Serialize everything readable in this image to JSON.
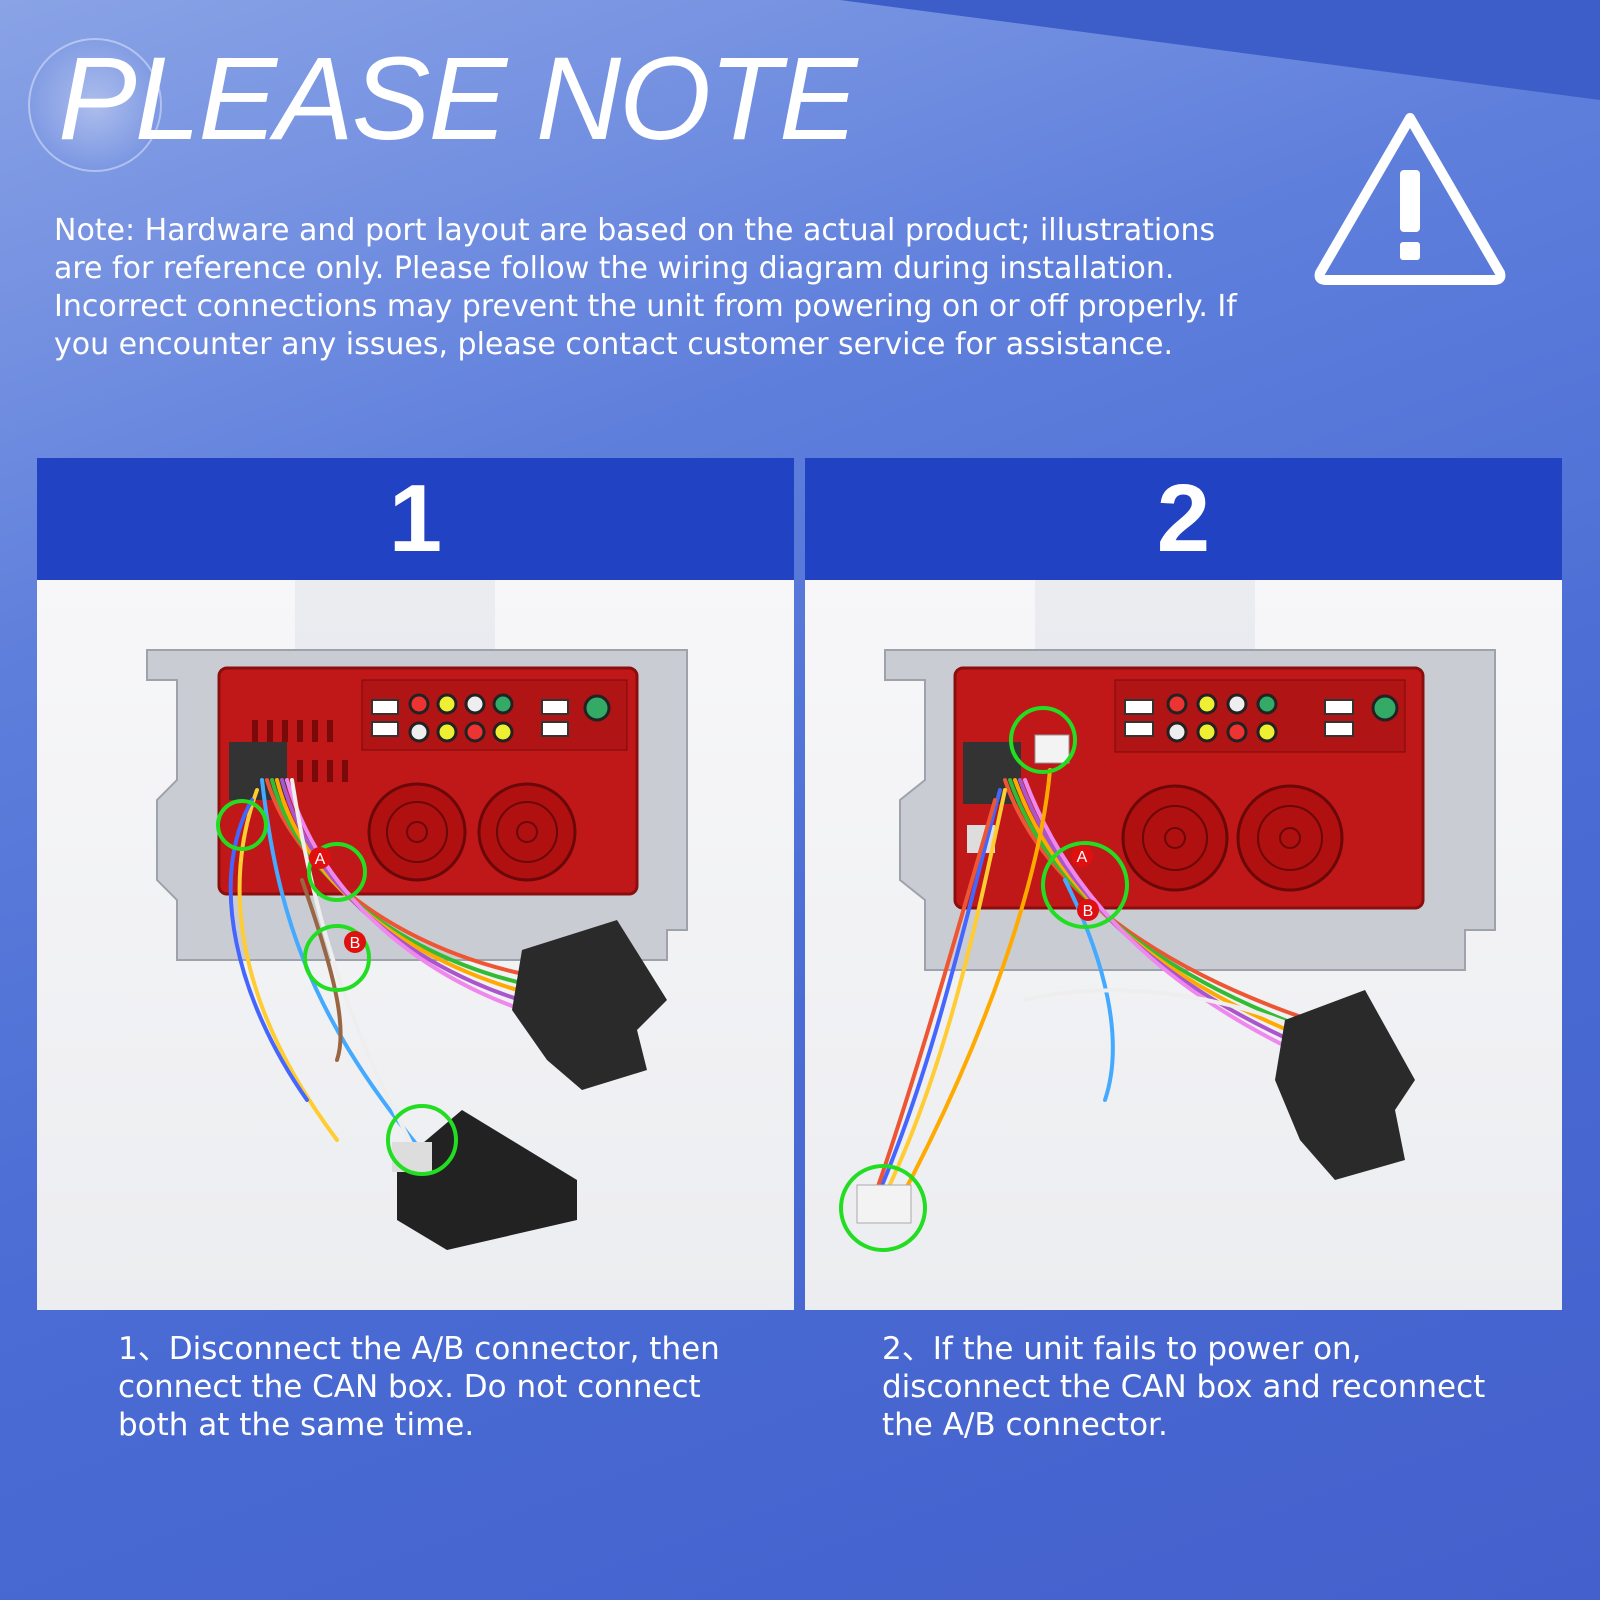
{
  "header": {
    "title": "PLEASE NOTE",
    "warning_icon": "warning-triangle-icon"
  },
  "note": "Note: Hardware and port layout are based on the actual product; illustrations are for reference only. Please follow the wiring diagram during installation. Incorrect connections may prevent the unit from powering on or off properly. If you encounter any issues, please contact customer service for assistance.",
  "panels": [
    {
      "number": "1",
      "marker_a": "A",
      "marker_b": "B",
      "caption": "1、Disconnect the A/B connector, then connect the CAN box. Do not connect both at the same time."
    },
    {
      "number": "2",
      "marker_a": "A",
      "marker_b": "B",
      "caption": "2、If the unit fails to power on, disconnect the CAN box and reconnect the A/B connector."
    }
  ],
  "colors": {
    "header_blue": "#2242c4",
    "highlight_green": "#22dd22",
    "unit_red": "#c01818",
    "marker_red": "#e01010"
  }
}
